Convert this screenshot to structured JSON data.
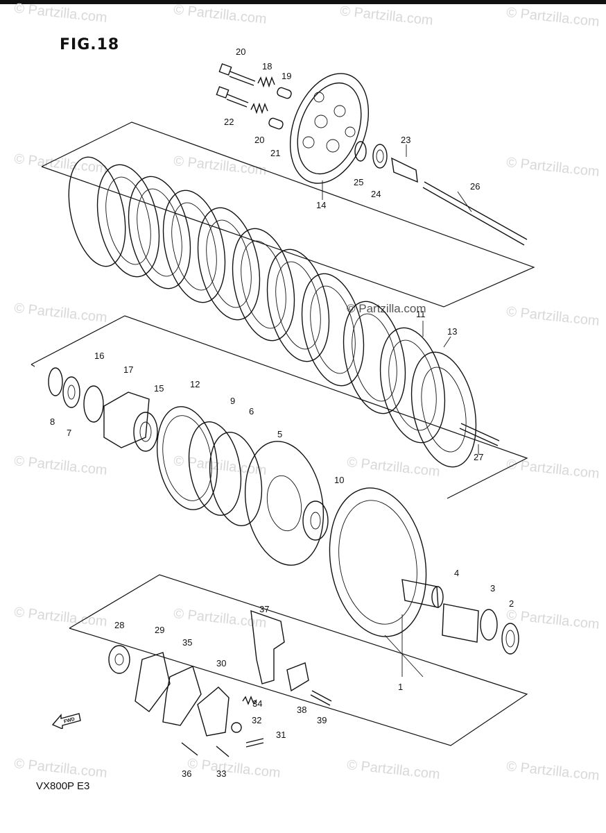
{
  "figure": {
    "title": "FIG.18",
    "model": "VX800P  E3"
  },
  "watermark": {
    "text": "© Partzilla.com",
    "center_text": "© Partzilla.com"
  },
  "direction_badge": "FWD",
  "callouts": [
    "1",
    "2",
    "3",
    "4",
    "5",
    "6",
    "7",
    "8",
    "9",
    "10",
    "11",
    "12",
    "13",
    "14",
    "15",
    "16",
    "17",
    "18",
    "19",
    "20",
    "20",
    "21",
    "22",
    "23",
    "24",
    "25",
    "26",
    "27",
    "28",
    "29",
    "30",
    "31",
    "32",
    "33",
    "34",
    "35",
    "36",
    "37",
    "38",
    "39"
  ]
}
